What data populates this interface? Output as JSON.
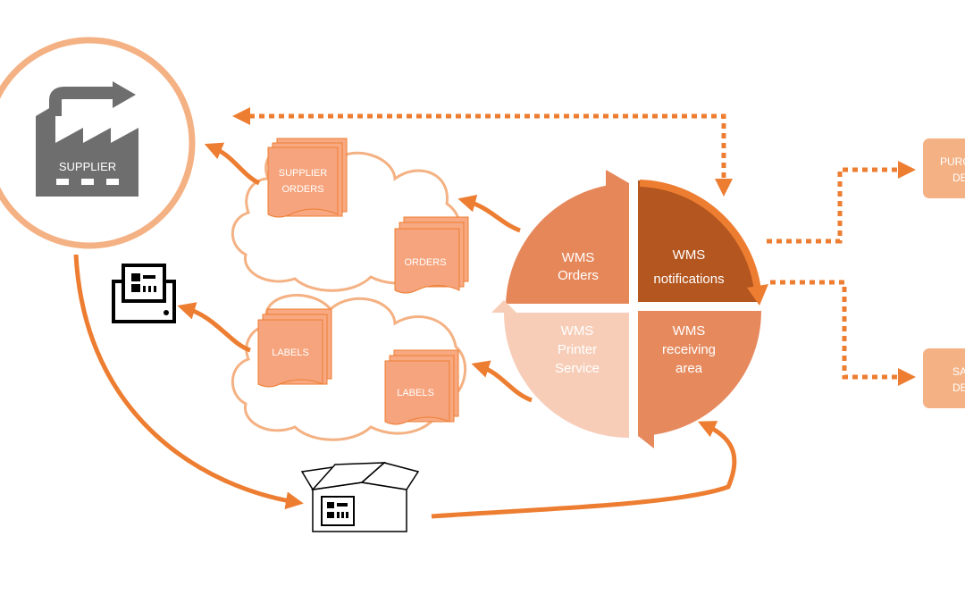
{
  "supplier": {
    "label": "SUPPLIER"
  },
  "clouds": {
    "orders": {
      "doc1": [
        "SUPPLIER",
        "ORDERS"
      ],
      "doc2": "ORDERS"
    },
    "labels": {
      "doc1": "LABELS",
      "doc2": "LABELS"
    }
  },
  "wms": {
    "orders": [
      "WMS",
      "Orders"
    ],
    "notifications": [
      "WMS",
      "notifications"
    ],
    "printer": [
      "WMS",
      "Printer",
      "Service"
    ],
    "receiving": [
      "WMS",
      "receiving",
      "area"
    ]
  },
  "departments": {
    "purchasing": [
      "PURC",
      "DE"
    ],
    "sales": [
      "SA",
      "DE"
    ]
  },
  "colors": {
    "accent": "#ed7d31",
    "light": "#f4b183",
    "wms_orders": "#e6875a",
    "wms_notifications": "#b4561f",
    "wms_printer": "#f7cdb8",
    "wms_receiving": "#e68a5e",
    "icon_gray": "#6e6e6e"
  },
  "icons": {
    "factory": "factory-icon",
    "printer": "printer-icon",
    "box": "open-box-icon"
  }
}
